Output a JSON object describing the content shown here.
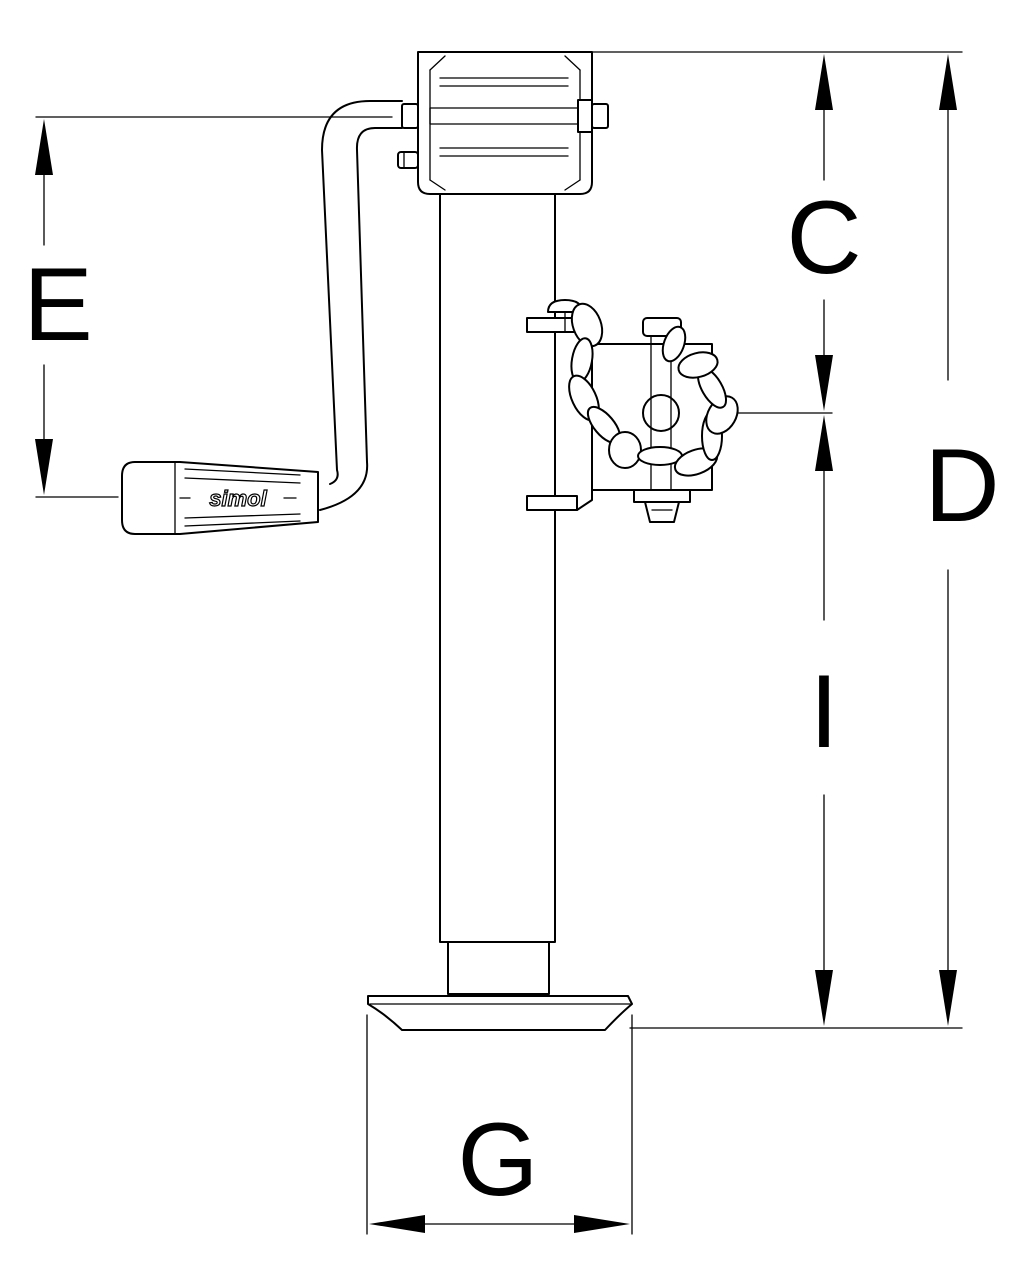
{
  "diagram": {
    "brand_text": "simol",
    "dimensions": {
      "C": "C",
      "D": "D",
      "E": "E",
      "G": "G",
      "I": "I"
    }
  }
}
